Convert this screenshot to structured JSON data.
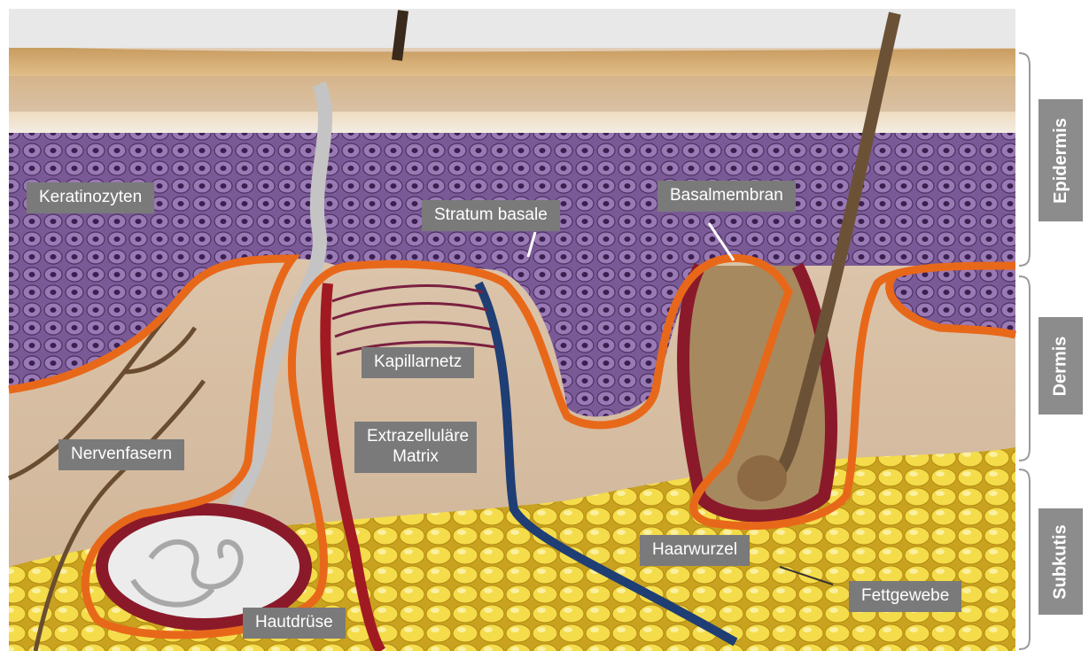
{
  "labels": {
    "keratinozyten": "Keratinozyten",
    "stratum_basale": "Stratum basale",
    "basalmembran": "Basalmembran",
    "kapillarnetz": "Kapillarnetz",
    "nervenfasern": "Nervenfasern",
    "extrazellulaere_matrix": "Extrazelluläre Matrix",
    "haarwurzel": "Haarwurzel",
    "fettgewebe": "Fettgewebe",
    "hautdruese": "Hautdrüse"
  },
  "layers": {
    "epidermis": "Epidermis",
    "dermis": "Dermis",
    "subkutis": "Subkutis"
  },
  "colors": {
    "surface": "#d9b27a",
    "epidermis": "#6e4f8a",
    "dermis": "#d8c2aa",
    "fat": "#f2d23a",
    "basement_outline": "#e8681a",
    "label_bg": "#7a7a7a",
    "layer_bar": "#8c8c8c"
  }
}
